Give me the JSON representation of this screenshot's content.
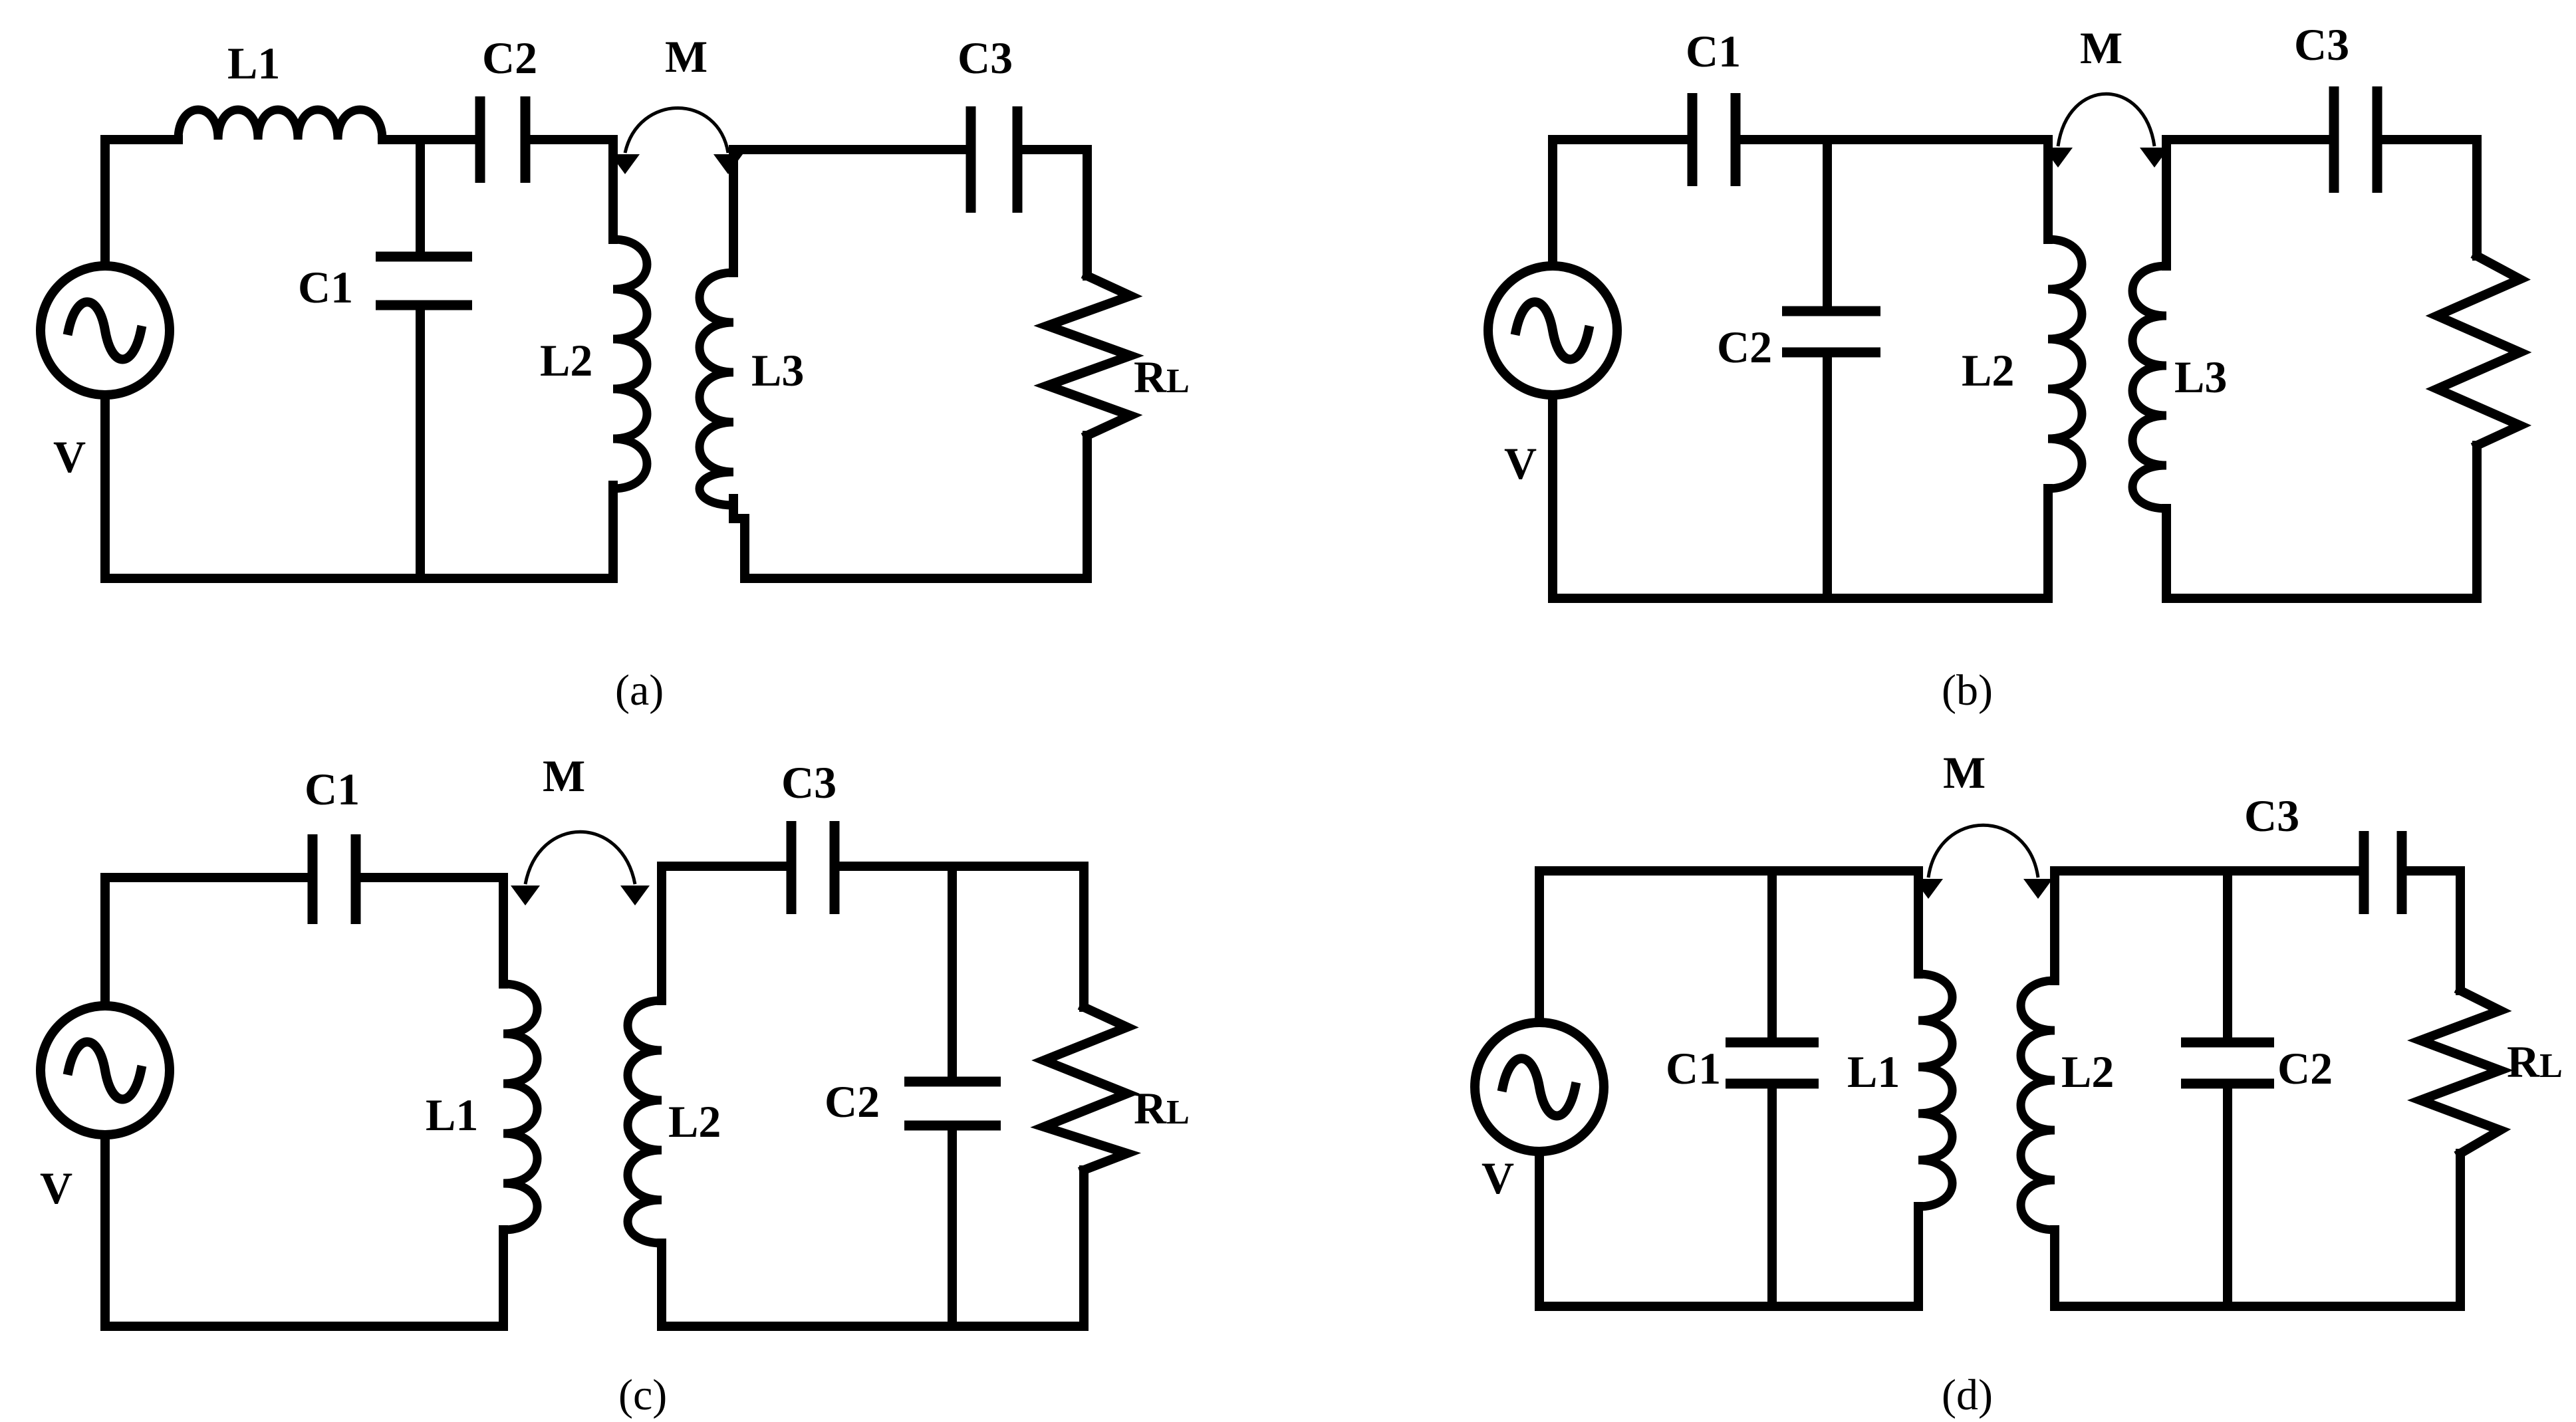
{
  "panels": {
    "a": {
      "caption": "(a)",
      "L1": "L1",
      "C2": "C2",
      "C1": "C1",
      "L2": "L2",
      "L3": "L3",
      "C3": "C3",
      "M": "M",
      "V": "V",
      "R": "R",
      "R_sub": "L"
    },
    "b": {
      "caption": "(b)",
      "C1": "C1",
      "M": "M",
      "C3": "C3",
      "C2": "C2",
      "L2": "L2",
      "L3": "L3",
      "V": "V"
    },
    "c": {
      "caption": "(c)",
      "C1": "C1",
      "M": "M",
      "C3": "C3",
      "L1": "L1",
      "L2": "L2",
      "C2": "C2",
      "V": "V",
      "R": "R",
      "R_sub": "L"
    },
    "d": {
      "caption": "(d)",
      "M": "M",
      "C3": "C3",
      "C1": "C1",
      "L1": "L1",
      "L2": "L2",
      "C2": "C2",
      "V": "V",
      "R": "R",
      "R_sub": "L"
    }
  }
}
